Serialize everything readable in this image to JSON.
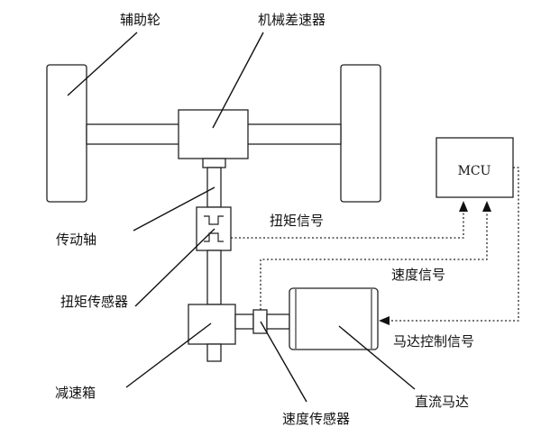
{
  "diagram": {
    "labels": {
      "aux_wheel": "辅助轮",
      "mech_differential": "机械差速器",
      "drive_shaft": "传动轴",
      "torque_signal": "扭矩信号",
      "torque_sensor": "扭矩传感器",
      "speed_signal": "速度信号",
      "reducer": "减速箱",
      "motor_control_signal": "马达控制信号",
      "dc_motor": "直流马达",
      "speed_sensor": "速度传感器",
      "mcu": "MCU"
    }
  }
}
